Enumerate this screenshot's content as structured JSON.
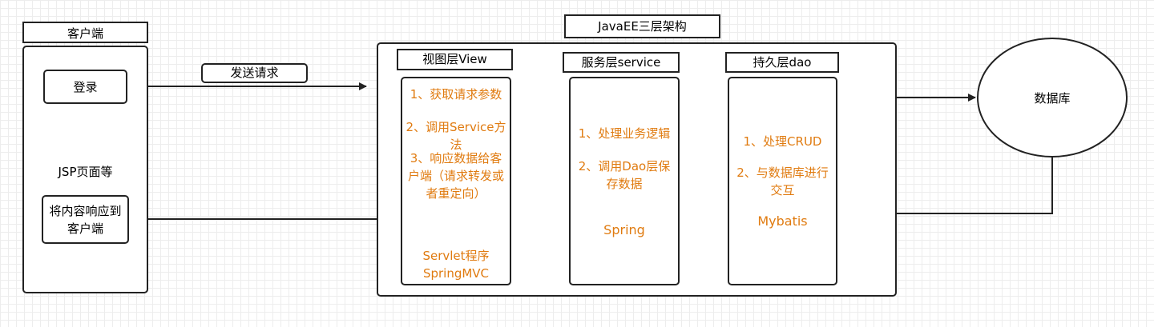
{
  "client": {
    "title": "客户端",
    "login": "登录",
    "jsp": "JSP页面等",
    "respond": "将内容响应到客户端"
  },
  "request_label": "发送请求",
  "architecture": {
    "title": "JavaEE三层架构",
    "view": {
      "title": "视图层View",
      "item1": "1、获取请求参数",
      "item2": "2、调用Service方法",
      "item3": "3、响应数据给客户端（请求转发或者重定向）",
      "tech": "Servlet程序\nSpringMVC"
    },
    "service": {
      "title": "服务层service",
      "item1": "1、处理业务逻辑",
      "item2": "2、调用Dao层保存数据",
      "tech": "Spring"
    },
    "dao": {
      "title": "持久层dao",
      "item1": "1、处理CRUD",
      "item2": "2、与数据库进行交互",
      "tech": "Mybatis"
    }
  },
  "database": "数据库",
  "colors": {
    "highlight": "#e07b10",
    "stroke": "#222222"
  }
}
